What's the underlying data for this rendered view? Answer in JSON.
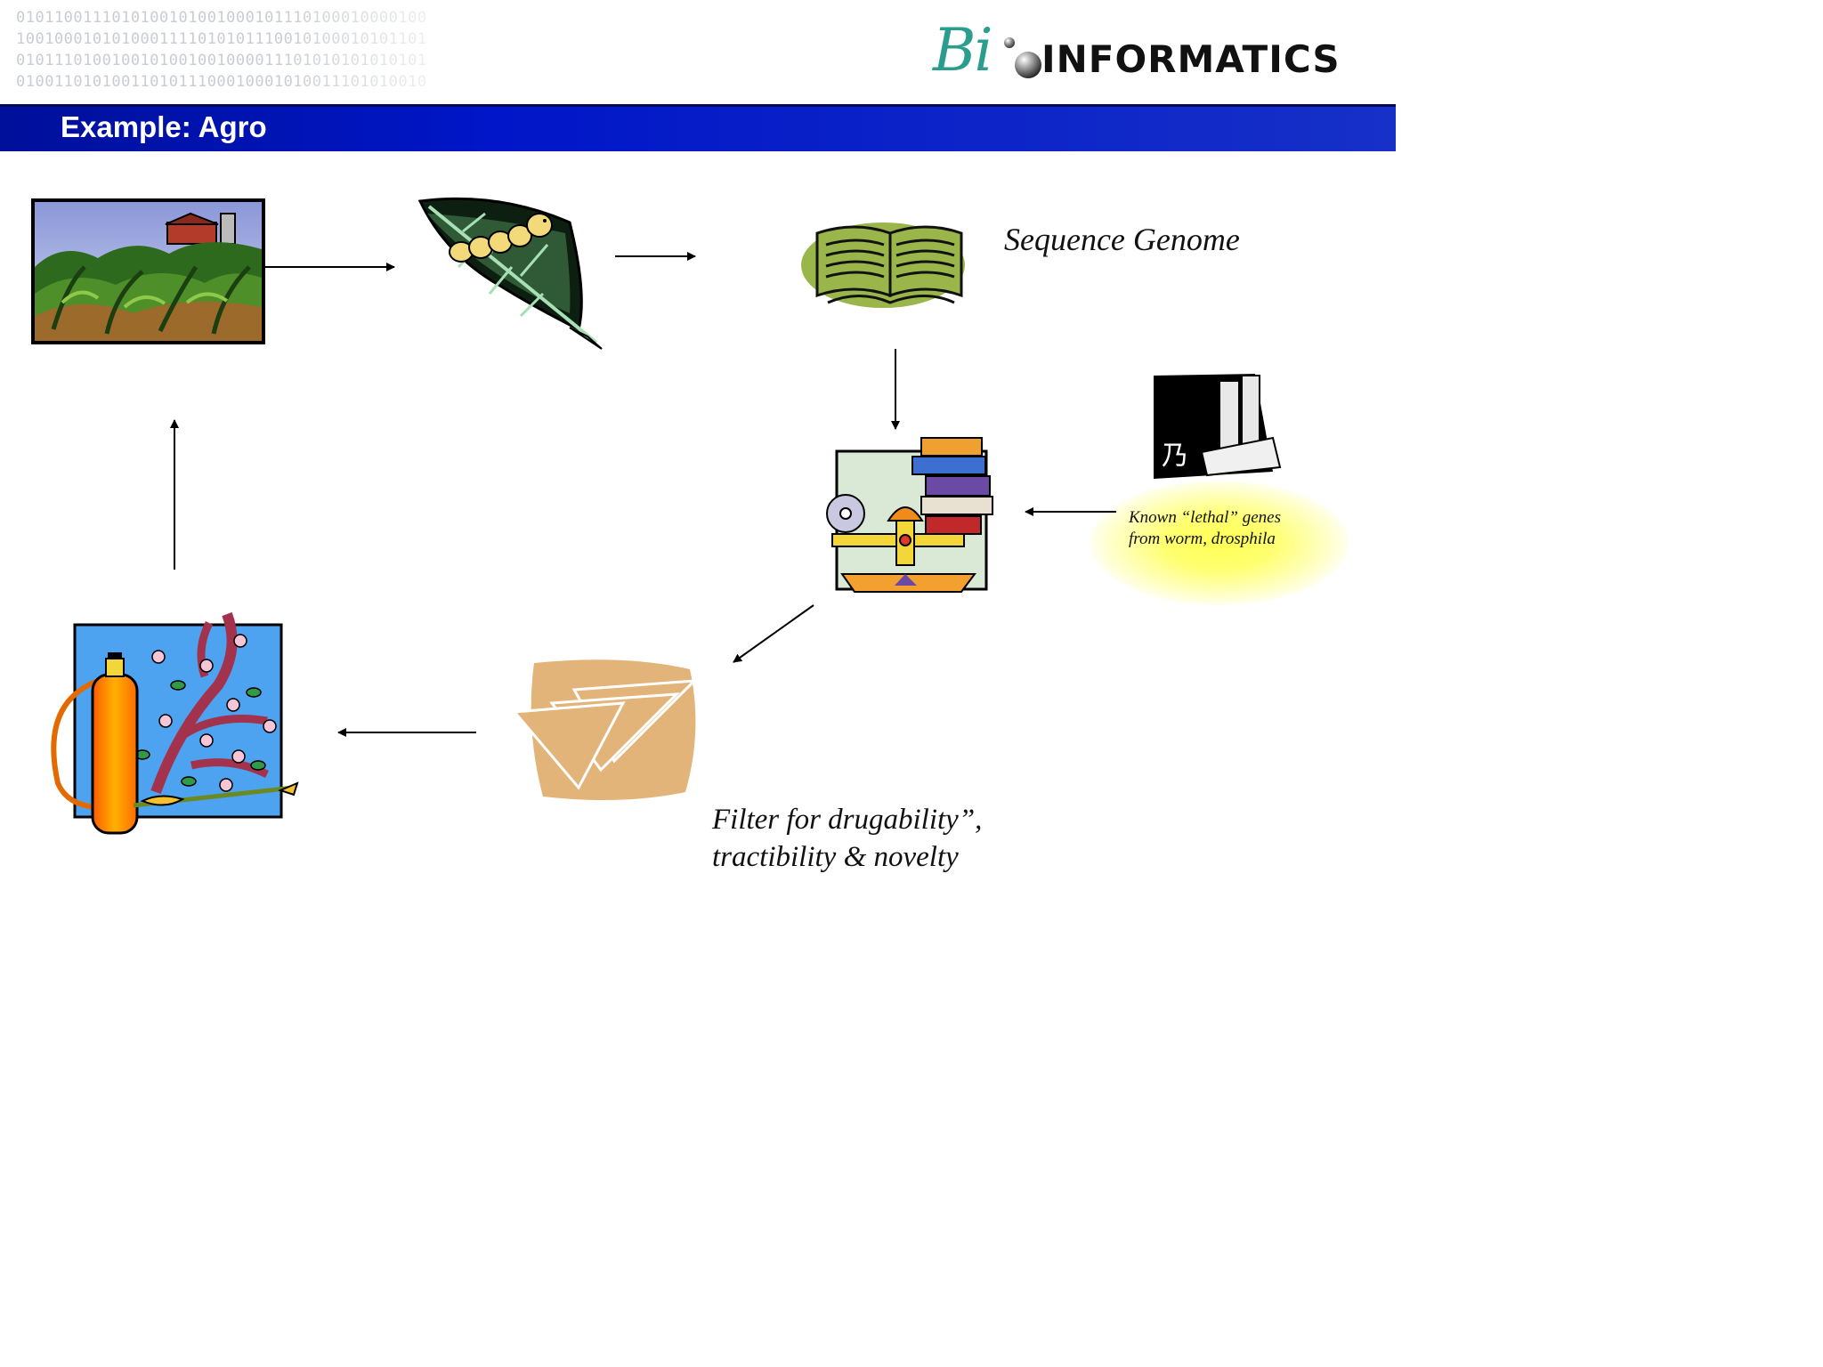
{
  "header": {
    "binary_rows": [
      "0101100111010100101001000101110100010000100",
      "1001000101010001111010101110010100010101101",
      "0101110100100101001001000011101010101010101",
      "0100110101001101011100010001010011101010010"
    ],
    "logo": {
      "bi": "Bi",
      "word": "INFORMATICS"
    },
    "title": "Example: Agro"
  },
  "diagram": {
    "nodes": {
      "crop_field": {
        "icon": "crop-field-icon"
      },
      "pest_on_leaf": {
        "icon": "caterpillar-leaf-icon"
      },
      "genome_book": {
        "icon": "open-book-icon",
        "label": "Sequence Genome"
      },
      "analysis": {
        "icon": "scale-books-icon"
      },
      "known_genes": {
        "icon": "reference-books-icon",
        "label_line1": "Known “lethal” genes",
        "label_line2": "from worm, drosphila"
      },
      "filter": {
        "icon": "paper-filter-icon",
        "label_line1": "Filter for drugability”,",
        "label_line2": "tractibility & novelty"
      },
      "sprayer": {
        "icon": "spray-tank-icon"
      }
    }
  },
  "colors": {
    "title_band": "#0016c8",
    "logo_bi": "#2a9d8f",
    "glow": "#ffff55"
  }
}
